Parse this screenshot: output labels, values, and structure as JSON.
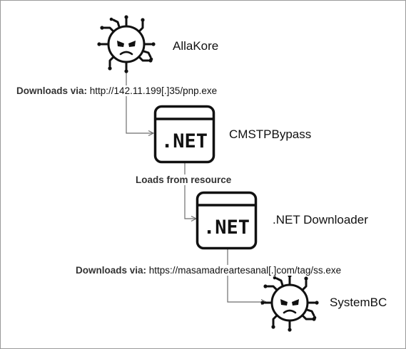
{
  "diagram": {
    "nodes": [
      {
        "id": "allakore",
        "label": "AllaKore",
        "icon": "virus-icon"
      },
      {
        "id": "cmstpbypass",
        "label": "CMSTPBypass",
        "icon": "dotnet-window-icon",
        "icon_text": ".NET"
      },
      {
        "id": "net_downloader",
        "label": ".NET Downloader",
        "icon": "dotnet-window-icon",
        "icon_text": ".NET"
      },
      {
        "id": "systembc",
        "label": "SystemBC",
        "icon": "virus-icon"
      }
    ],
    "edges": [
      {
        "from": "allakore",
        "to": "cmstpbypass",
        "kind": "Downloads via:",
        "detail": "http://142.11.199[.]35/pnp.exe"
      },
      {
        "from": "cmstpbypass",
        "to": "net_downloader",
        "kind": "Loads from resource",
        "detail": ""
      },
      {
        "from": "net_downloader",
        "to": "systembc",
        "kind": "Downloads via:",
        "detail": "https://masamadreartesanal[.]com/tag/ss.exe"
      }
    ],
    "colors": {
      "line": "#6e6e6e",
      "icon": "#111111",
      "border": "#9a9a9a"
    }
  }
}
